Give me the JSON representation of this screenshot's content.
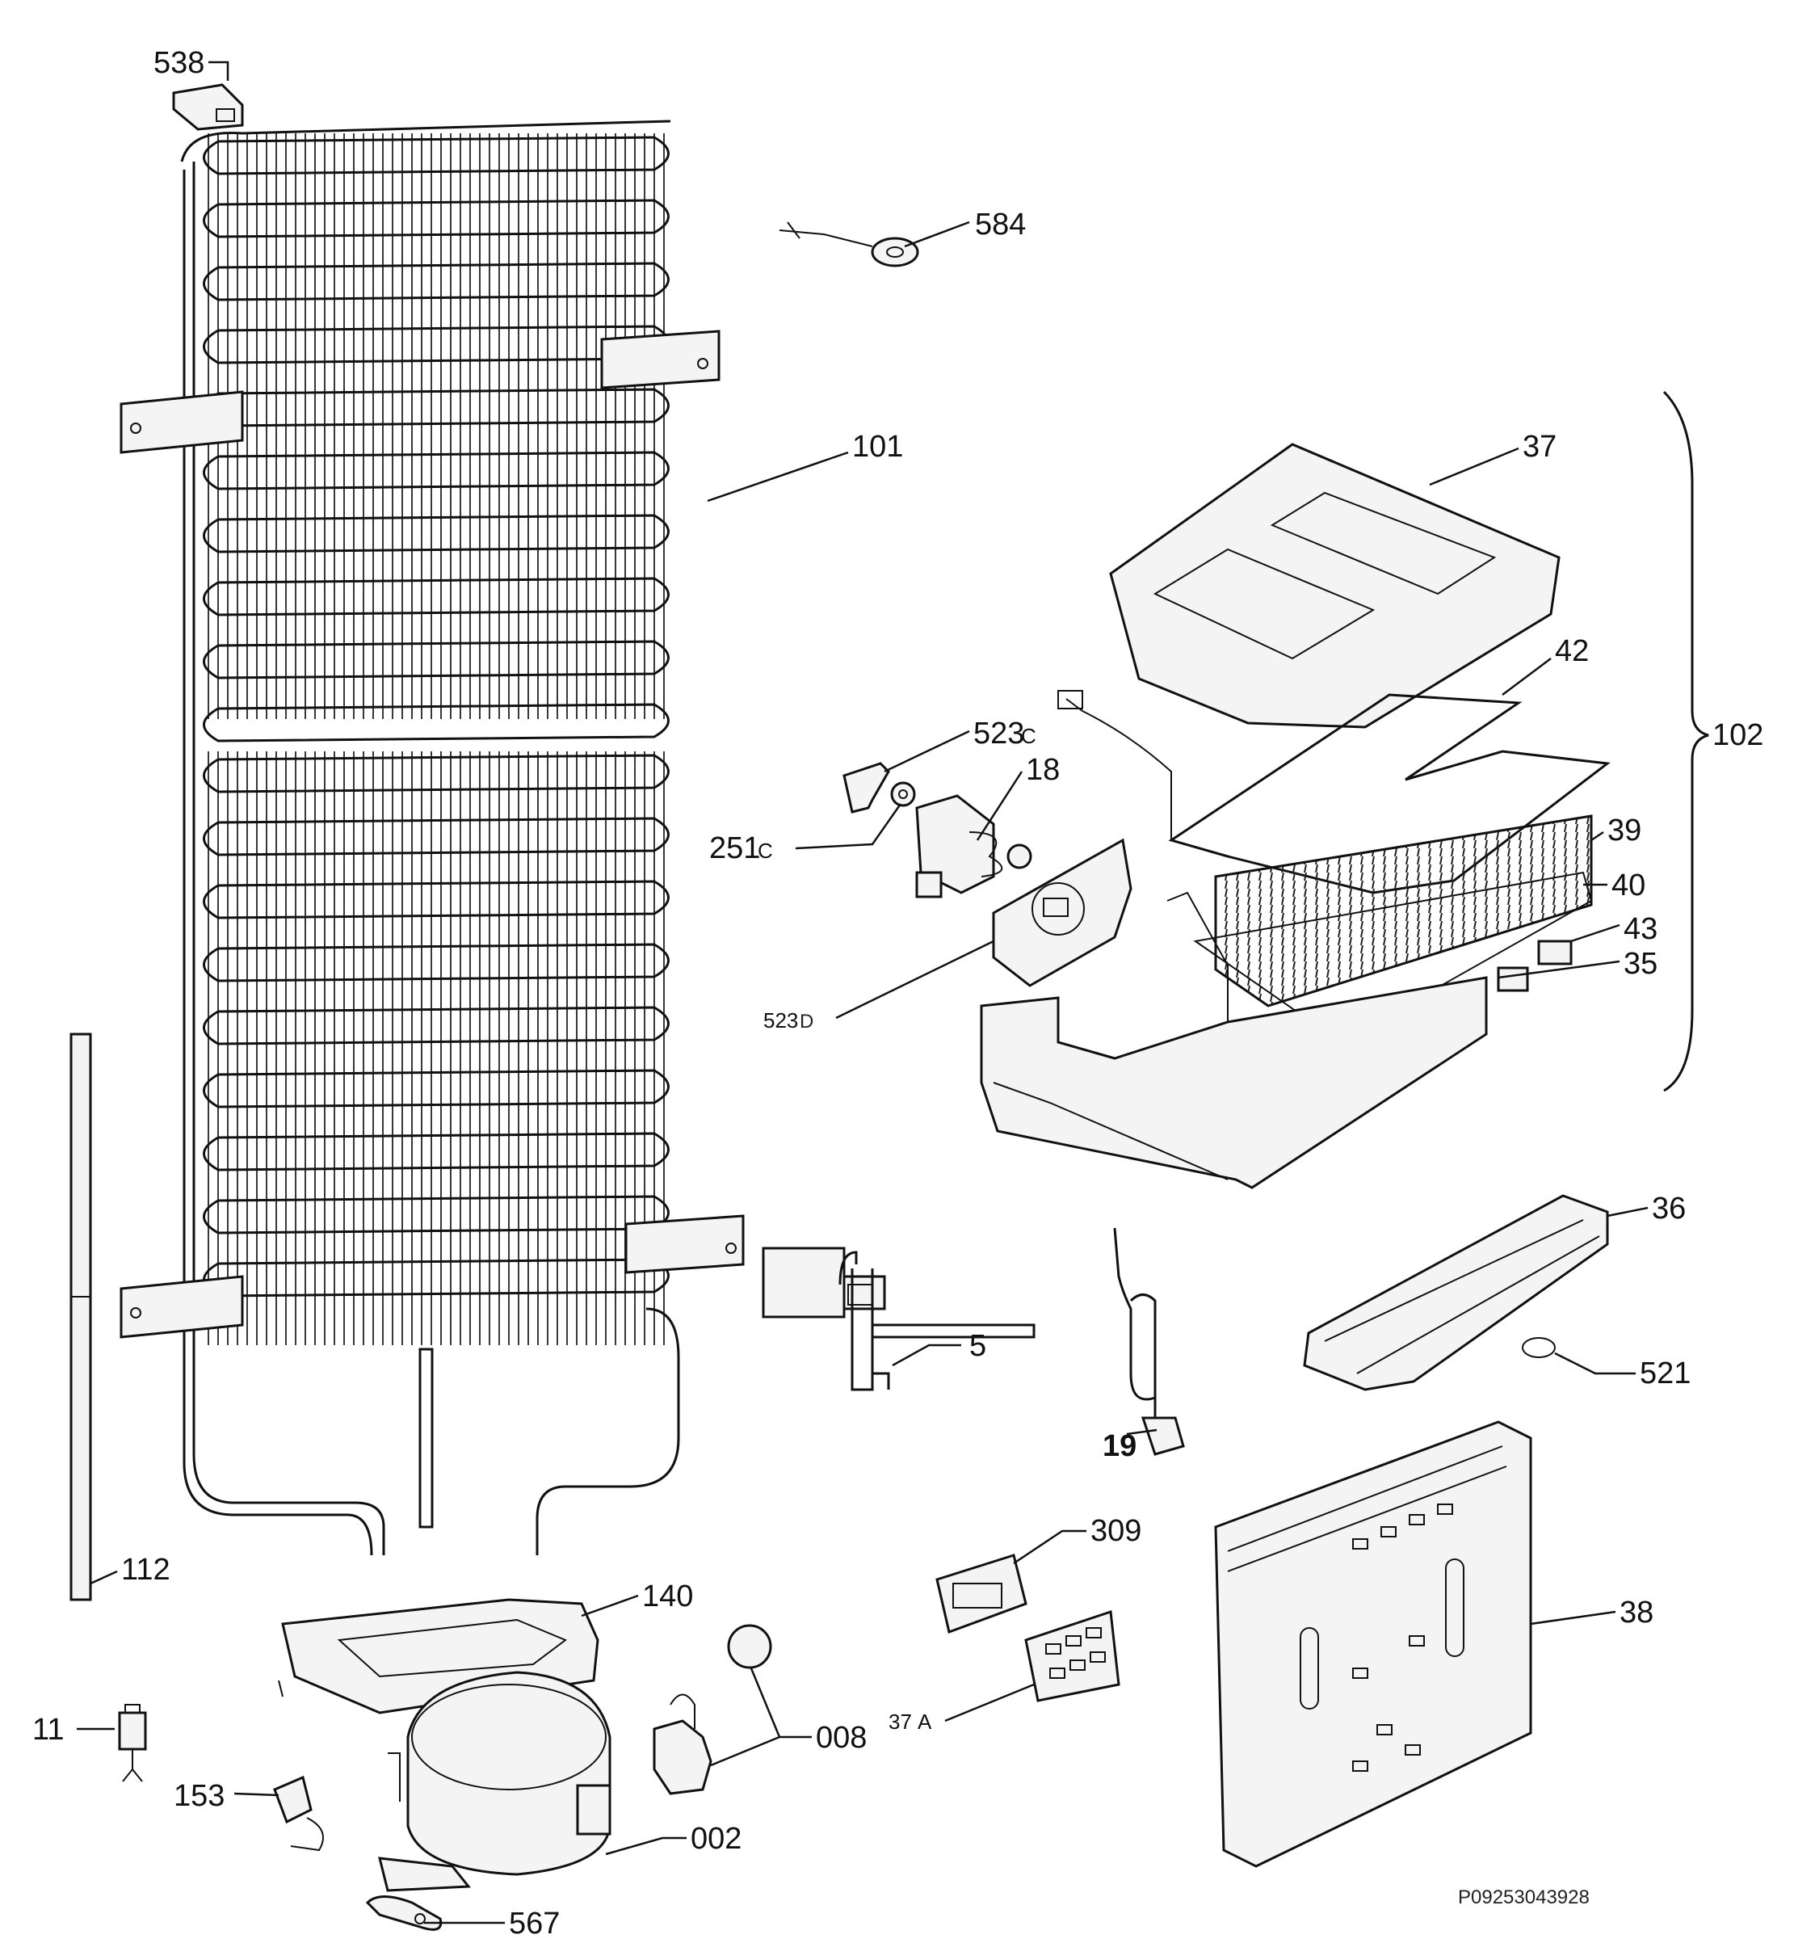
{
  "diagram": {
    "reference_code": "P09253043928",
    "group_label": "102",
    "callouts": [
      {
        "id": "538",
        "text": "538"
      },
      {
        "id": "584",
        "text": "584"
      },
      {
        "id": "101",
        "text": "101"
      },
      {
        "id": "37",
        "text": "37"
      },
      {
        "id": "42",
        "text": "42"
      },
      {
        "id": "523c",
        "text": "523",
        "suffix": "C"
      },
      {
        "id": "18",
        "text": "18"
      },
      {
        "id": "251c",
        "text": "251",
        "suffix": "C"
      },
      {
        "id": "39",
        "text": "39"
      },
      {
        "id": "40",
        "text": "40"
      },
      {
        "id": "43",
        "text": "43"
      },
      {
        "id": "523d",
        "text": "523",
        "suffix": "D"
      },
      {
        "id": "35",
        "text": "35"
      },
      {
        "id": "36",
        "text": "36"
      },
      {
        "id": "5",
        "text": "5"
      },
      {
        "id": "19",
        "text": "19"
      },
      {
        "id": "521",
        "text": "521"
      },
      {
        "id": "309",
        "text": "309"
      },
      {
        "id": "112",
        "text": "112"
      },
      {
        "id": "140",
        "text": "140"
      },
      {
        "id": "37a",
        "text": "37",
        "suffix": "A"
      },
      {
        "id": "38",
        "text": "38"
      },
      {
        "id": "11",
        "text": "11"
      },
      {
        "id": "008",
        "text": "008"
      },
      {
        "id": "153",
        "text": "153"
      },
      {
        "id": "002",
        "text": "002"
      },
      {
        "id": "567",
        "text": "567"
      }
    ]
  }
}
